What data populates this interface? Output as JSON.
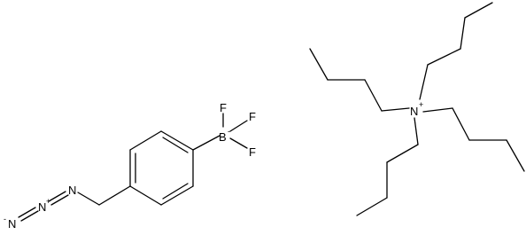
{
  "molecules": {
    "anion": {
      "atoms": {
        "N1": "N",
        "N2": "N",
        "N3": "N",
        "B": "B",
        "F1": "F",
        "F2": "F",
        "F3": "F"
      },
      "charges": {
        "N1": "-",
        "N2": "+",
        "B": "-"
      }
    },
    "cation": {
      "atoms": {
        "N": "N"
      },
      "charges": {
        "N": "+"
      }
    }
  },
  "colors": {
    "bond": "#000000",
    "text": "#000000",
    "background": "#ffffff"
  }
}
